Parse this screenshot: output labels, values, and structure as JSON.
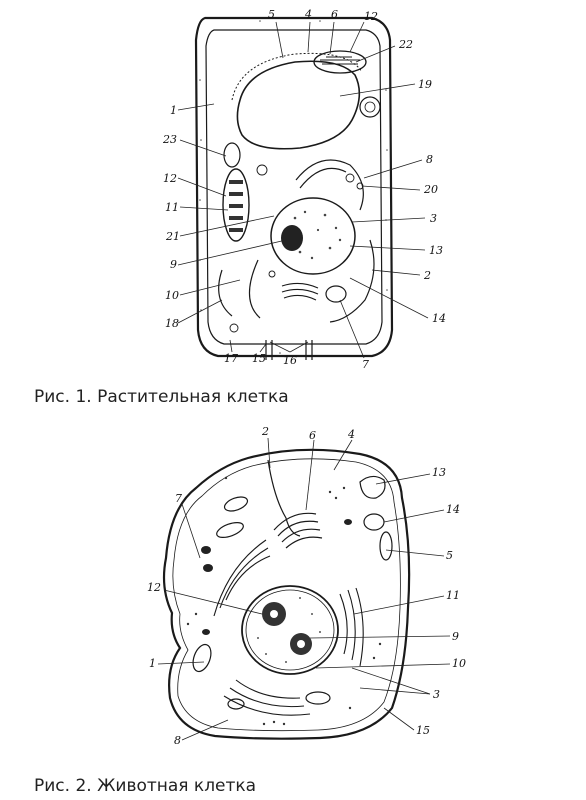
{
  "figures": [
    {
      "caption": "Рис. 1. Растительная клетка",
      "labels": [
        "5",
        "4",
        "6",
        "12",
        "22",
        "19",
        "1",
        "23",
        "8",
        "12",
        "20",
        "11",
        "3",
        "21",
        "13",
        "9",
        "2",
        "10",
        "14",
        "18",
        "17",
        "15",
        "16",
        "7"
      ]
    },
    {
      "caption": "Рис. 2. Животная клетка",
      "labels": [
        "2",
        "6",
        "4",
        "13",
        "7",
        "14",
        "5",
        "12",
        "11",
        "9",
        "1",
        "10",
        "3",
        "8",
        "15"
      ]
    }
  ]
}
